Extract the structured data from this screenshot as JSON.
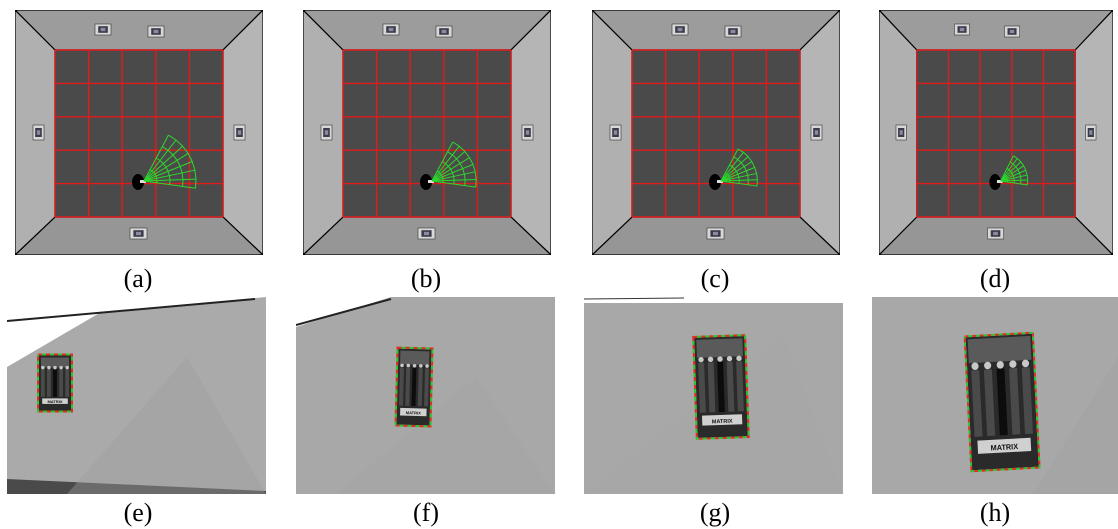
{
  "figure": {
    "top_row": [
      {
        "id": "a",
        "caption": "(a)",
        "fov_scale": 1.0
      },
      {
        "id": "b",
        "caption": "(b)",
        "fov_scale": 0.85
      },
      {
        "id": "c",
        "caption": "(c)",
        "fov_scale": 0.7
      },
      {
        "id": "d",
        "caption": "(d)",
        "fov_scale": 0.55
      }
    ],
    "bottom_row": [
      {
        "id": "e",
        "caption": "(e)",
        "poster_scale": 0.45
      },
      {
        "id": "f",
        "caption": "(f)",
        "poster_scale": 0.7
      },
      {
        "id": "g",
        "caption": "(g)",
        "poster_scale": 0.85
      },
      {
        "id": "h",
        "caption": "(h)",
        "poster_scale": 1.0
      }
    ],
    "poster_text": "MATRIX",
    "colors": {
      "wall": "#a6a6a6",
      "floor": "#4a4a4a",
      "grid": "#e21a1a",
      "fov": "#2bd82b",
      "outline": "#000000",
      "scene_wall": "#a8a8a8"
    }
  }
}
